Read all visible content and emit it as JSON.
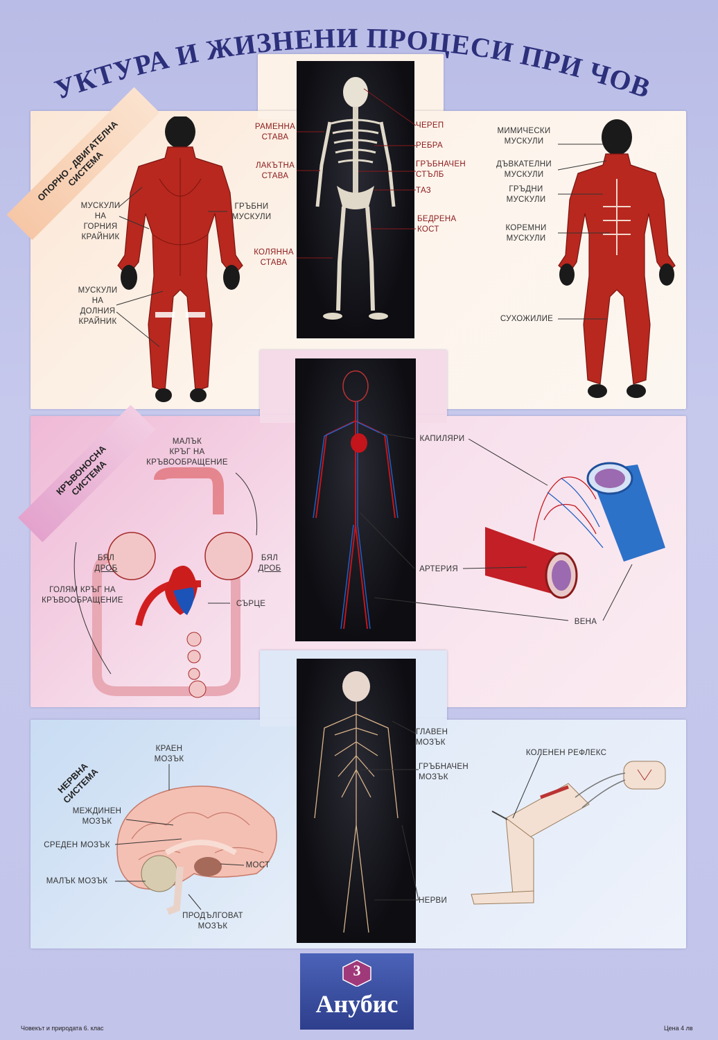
{
  "title": "СТРУКТУРА И ЖИЗНЕНИ ПРОЦЕСИ ПРИ ЧОВЕКА",
  "sections": {
    "locomotor": {
      "name": [
        "ОПОРНО - ДВИГАТЕЛНА",
        "СИСТЕМА"
      ],
      "back_labels": {
        "upper_limb": [
          "МУСКУЛИ",
          "НА",
          "ГОРНИЯ",
          "КРАЙНИК"
        ],
        "back": [
          "ГРЪБНИ",
          "МУСКУЛИ"
        ],
        "lower_limb": [
          "МУСКУЛИ",
          "НА",
          "ДОЛНИЯ",
          "КРАЙНИК"
        ]
      },
      "skeleton_labels": {
        "shoulder": [
          "РАМЕННА",
          "СТАВА"
        ],
        "elbow": [
          "ЛАКЪТНА",
          "СТАВА"
        ],
        "knee": [
          "КОЛЯННА",
          "СТАВА"
        ],
        "skull": "ЧЕРЕП",
        "ribs": "РЕБРА",
        "spine": [
          "ГРЪБНАЧЕН",
          "СТЪЛБ"
        ],
        "pelvis": "ТАЗ",
        "femur": [
          "БЕДРЕНА",
          "КОСТ"
        ]
      },
      "front_labels": {
        "facial": [
          "МИМИЧЕСКИ",
          "МУСКУЛИ"
        ],
        "chewing": [
          "ДЪВКАТЕЛНИ",
          "МУСКУЛИ"
        ],
        "chest": [
          "ГРЪДНИ",
          "МУСКУЛИ"
        ],
        "abdominal": [
          "КОРЕМНИ",
          "МУСКУЛИ"
        ],
        "tendon": "СУХОЖИЛИЕ"
      }
    },
    "circulatory": {
      "name": [
        "КРЪВОНОСНА",
        "СИСТЕМА"
      ],
      "small_circle": [
        "МАЛЪК",
        "КРЪГ НА",
        "КРЪВООБРАЩЕНИЕ"
      ],
      "lung_left": [
        "БЯЛ",
        "ДРОБ"
      ],
      "lung_right": [
        "БЯЛ",
        "ДРОБ"
      ],
      "big_circle": [
        "ГОЛЯМ КРЪГ НА",
        "КРЪВООБРАЩЕНИЕ"
      ],
      "heart": "СЪРЦЕ",
      "capillaries": "КАПИЛЯРИ",
      "artery": "АРТЕРИЯ",
      "vein": "ВЕНА"
    },
    "nervous": {
      "name": [
        "НЕРВНА",
        "СИСТЕМА"
      ],
      "cerebrum": [
        "КРАЕН",
        "МОЗЪК"
      ],
      "diencephalon": [
        "МЕЖДИНЕН",
        "МОЗЪК"
      ],
      "midbrain": "СРЕДЕН МОЗЪК",
      "cerebellum": "МАЛЪК МОЗЪК",
      "pons": "МОСТ",
      "medulla": [
        "ПРОДЪЛГОВАТ",
        "МОЗЪК"
      ],
      "brain": [
        "ГЛАВЕН",
        "МОЗЪК"
      ],
      "spinal_cord": [
        "ГРЪБНАЧЕН",
        "МОЗЪК"
      ],
      "nerves": "НЕРВИ",
      "reflex": "КОЛЕНЕН РЕФЛЕКС"
    }
  },
  "footer": {
    "left": "Човекът и природата 6. клас",
    "right": "Цена 4 лв",
    "logo_number": "3",
    "logo_name": "Анубис"
  },
  "colors": {
    "background": "#c3c5ea",
    "title": "#2c2f7a",
    "muscle": "#b8281f",
    "artery": "#c4151c",
    "vein": "#1f5fc4",
    "logo": "#3a4ea3"
  }
}
